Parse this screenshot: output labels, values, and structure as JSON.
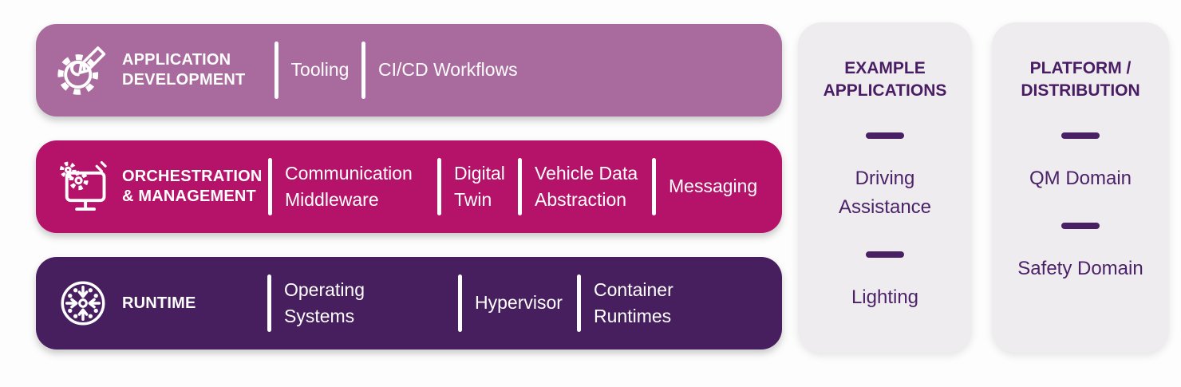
{
  "colors": {
    "band_application_development": "#a96a9d",
    "band_orchestration_management": "#b51369",
    "band_runtime": "#471e5e",
    "band_text": "#ffffff",
    "panel_background": "#eeecee",
    "panel_text": "#4a2065",
    "page_background": "#fdfdfd"
  },
  "bands": [
    {
      "id": "application-development",
      "icon": "gear-pencil-icon",
      "label": "APPLICATION\nDEVELOPMENT",
      "items": [
        {
          "label": "Tooling"
        },
        {
          "label": "CI/CD Workflows"
        }
      ]
    },
    {
      "id": "orchestration-management",
      "icon": "monitor-gears-icon",
      "label": "ORCHESTRATION\n& MANAGEMENT",
      "items": [
        {
          "label": "Communication\nMiddleware"
        },
        {
          "label": "Digital\nTwin"
        },
        {
          "label": "Vehicle Data\nAbstraction"
        },
        {
          "label": "Messaging"
        }
      ]
    },
    {
      "id": "runtime",
      "icon": "cpu-arrows-icon",
      "label": "RUNTIME",
      "items": [
        {
          "label": "Operating\nSystems"
        },
        {
          "label": "Hypervisor"
        },
        {
          "label": "Container\nRuntimes"
        }
      ]
    }
  ],
  "panels": [
    {
      "id": "example-applications",
      "title": "EXAMPLE\nAPPLICATIONS",
      "items": [
        "Driving\nAssistance",
        "Lighting"
      ]
    },
    {
      "id": "platform-distribution",
      "title": "PLATFORM /\nDISTRIBUTION",
      "items": [
        "QM Domain",
        "Safety Domain"
      ]
    }
  ]
}
